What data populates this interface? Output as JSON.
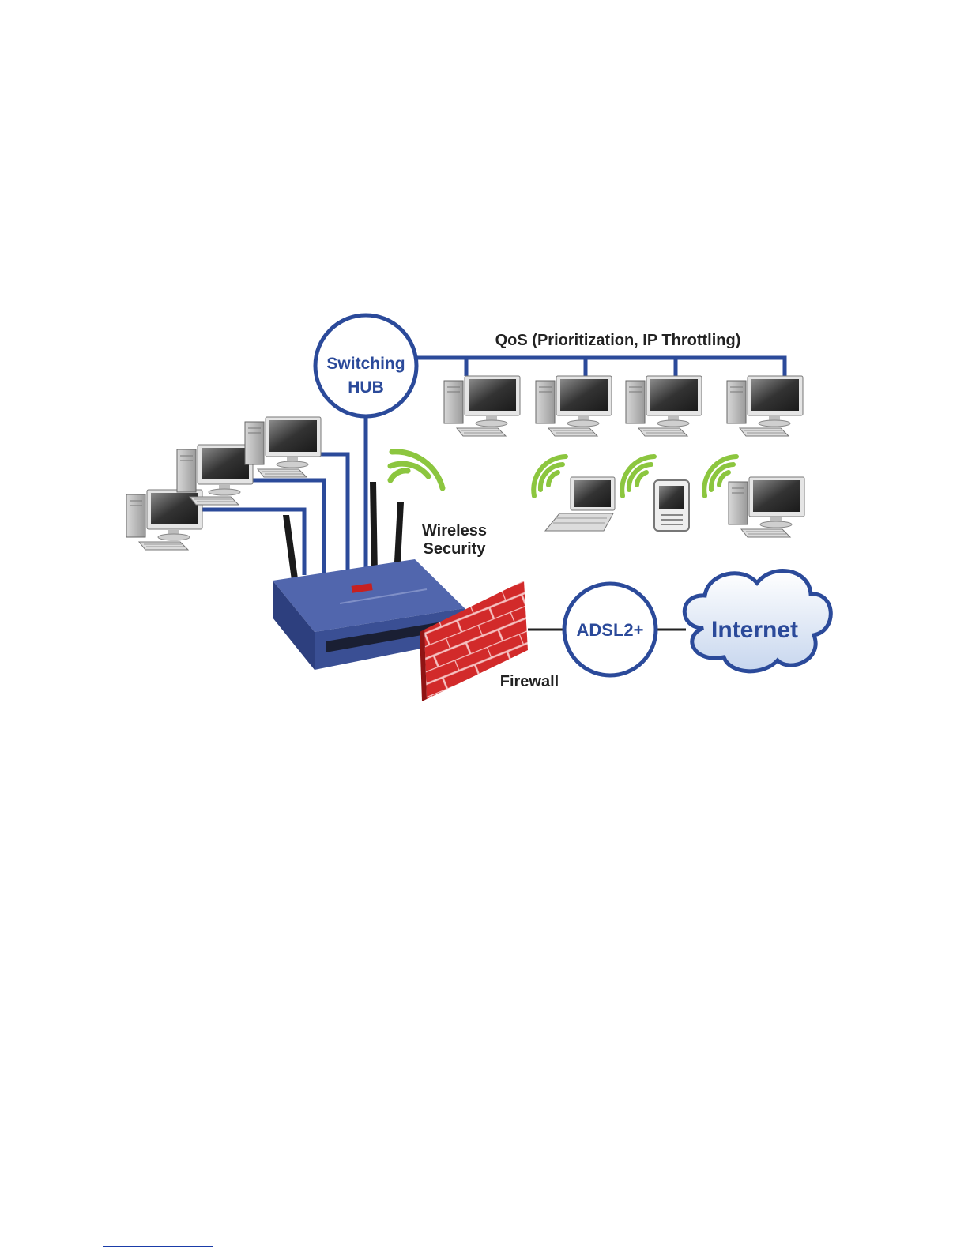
{
  "labels": {
    "switching_hub": [
      "Switching",
      "HUB"
    ],
    "qos": "QoS (Prioritization, IP Throttling)",
    "wireless_security": [
      "Wireless",
      "Security"
    ],
    "firewall": "Firewall",
    "adsl": "ADSL2+",
    "internet": "Internet"
  },
  "colors": {
    "cable": "#2b4a9a",
    "router_body": "#3a4f94",
    "firewall": "#cc2a2a",
    "wifi": "#8cc63f",
    "cloud": "#dfe9f7"
  },
  "icons": [
    "desktop-computer-icon",
    "laptop-icon",
    "pda-icon",
    "wifi-signal-icon",
    "router-icon",
    "firewall-icon",
    "cloud-icon"
  ]
}
